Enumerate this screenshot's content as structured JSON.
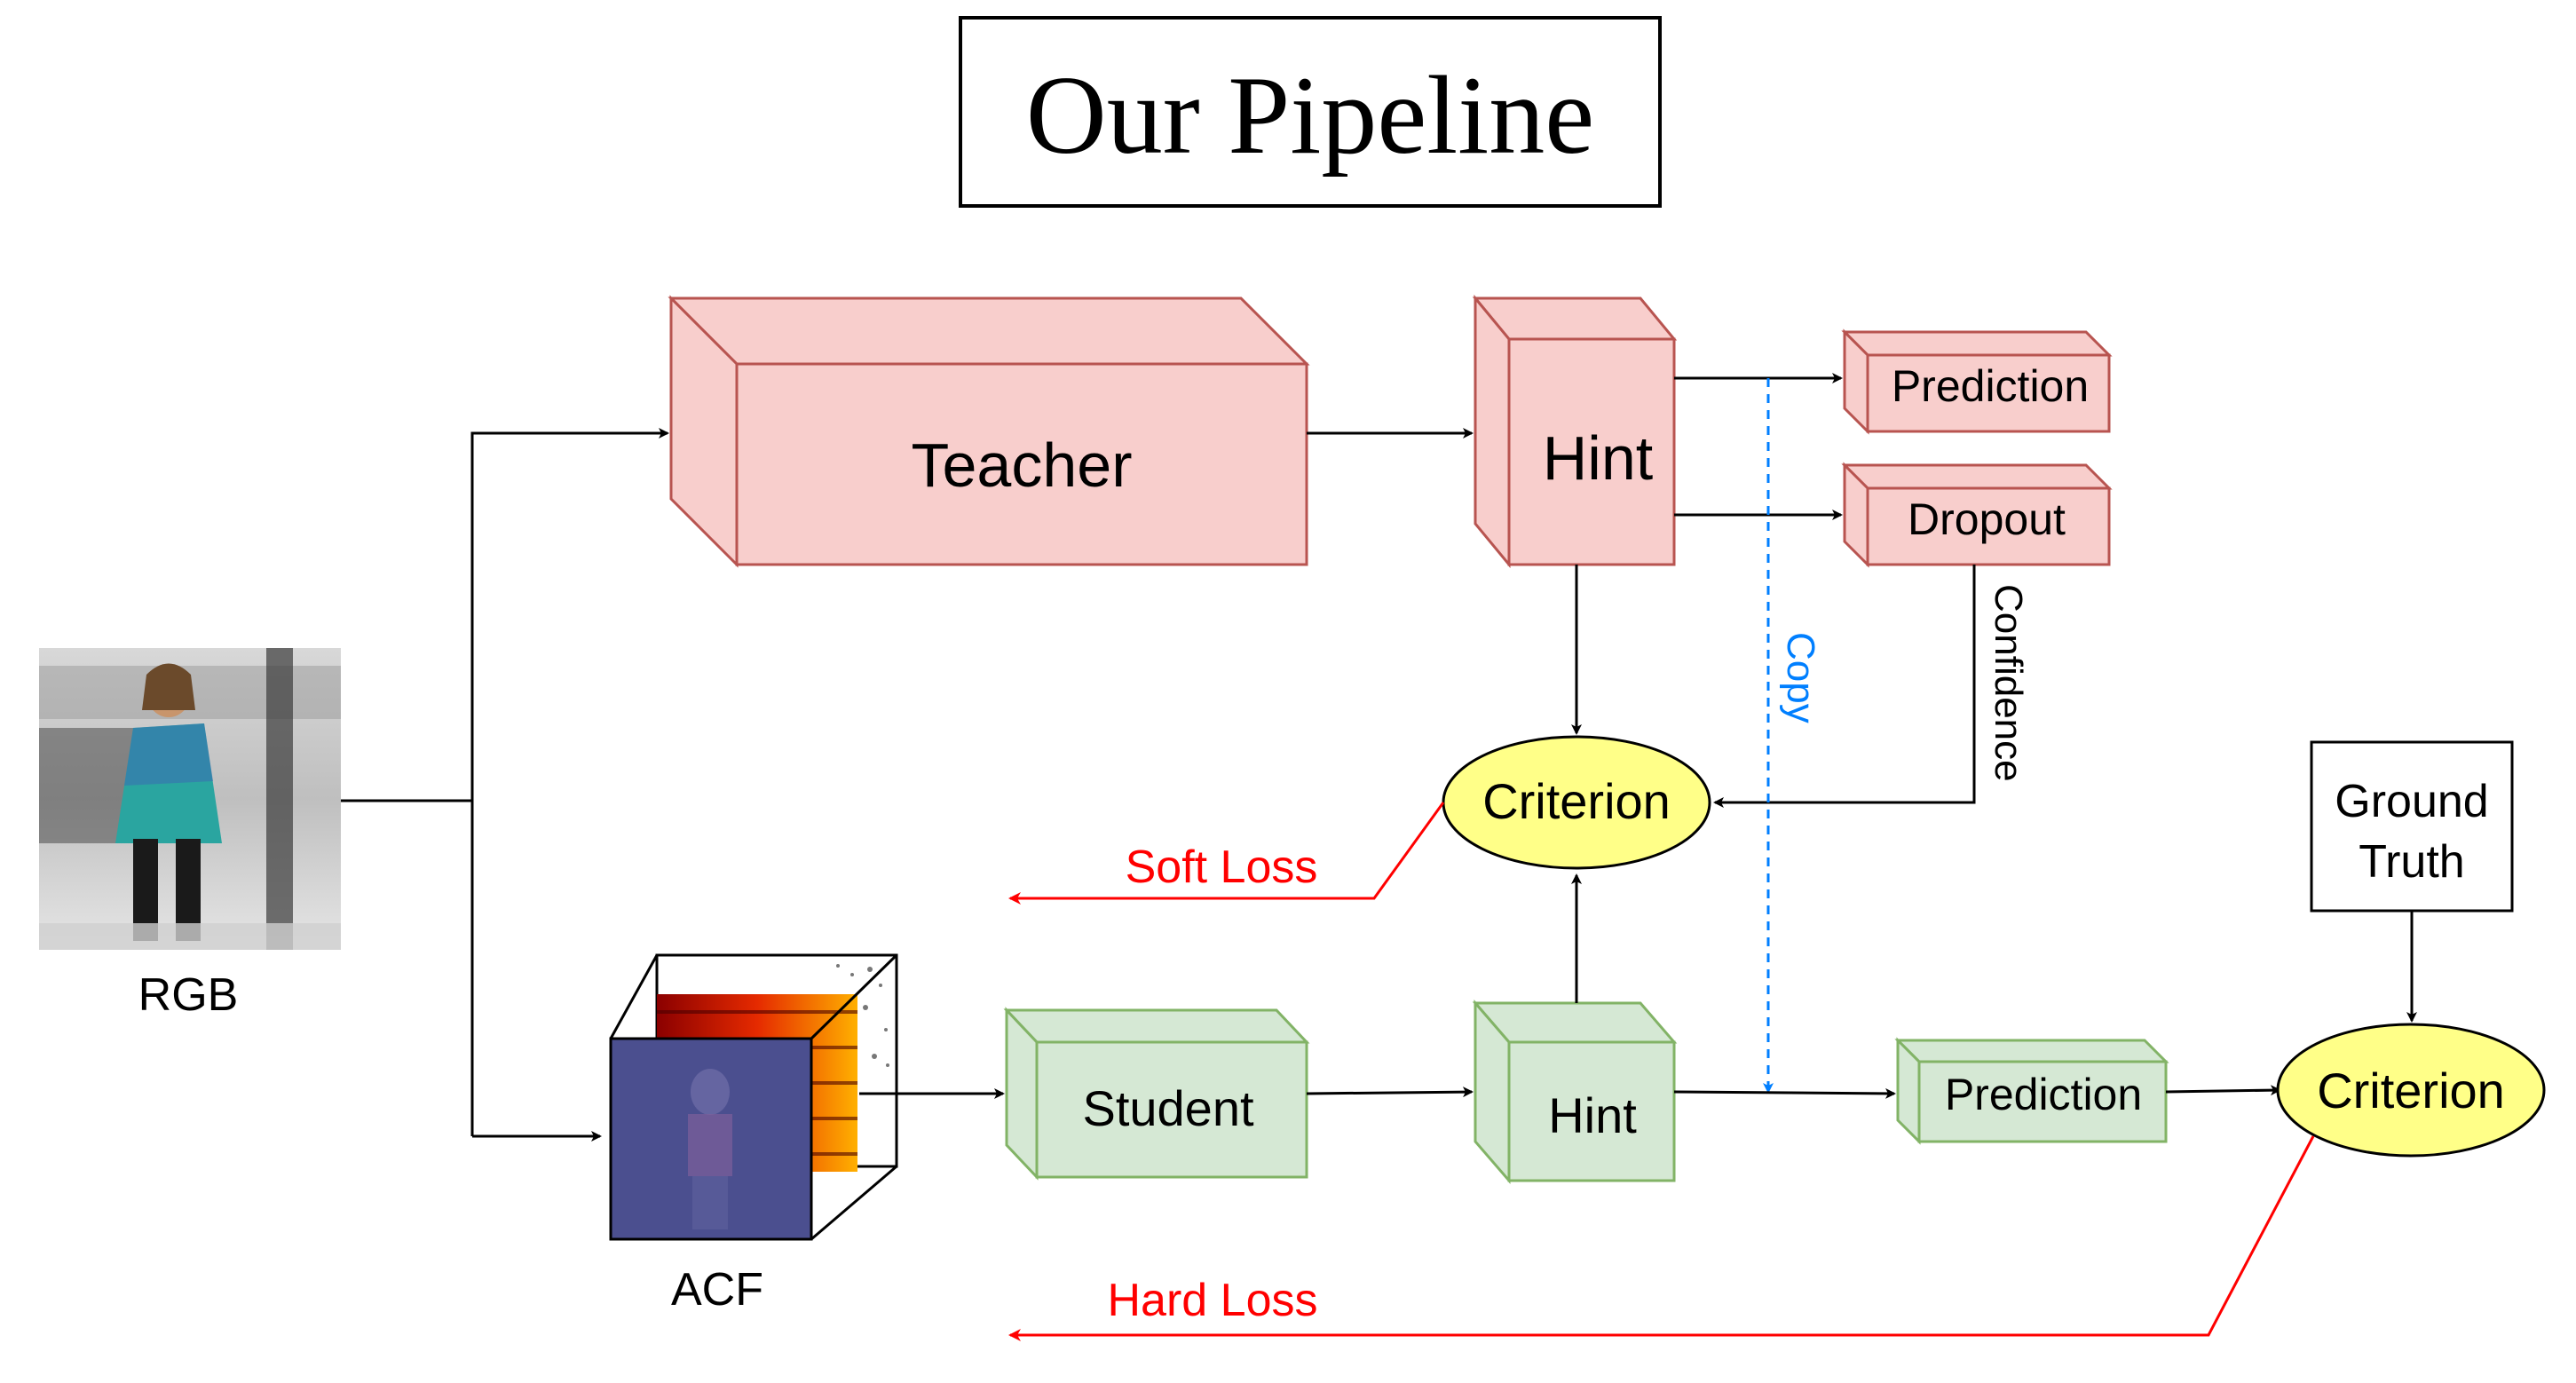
{
  "title": "Our Pipeline",
  "inputs": {
    "rgb_label": "RGB",
    "acf_label": "ACF"
  },
  "teacher_branch": {
    "teacher": "Teacher",
    "hint": "Hint",
    "prediction": "Prediction",
    "dropout": "Dropout",
    "confidence": "Confidence",
    "copy": "Copy"
  },
  "student_branch": {
    "student": "Student",
    "hint": "Hint",
    "prediction": "Prediction"
  },
  "criterion_soft": "Criterion",
  "criterion_hard": "Criterion",
  "ground_truth_line1": "Ground",
  "ground_truth_line2": "Truth",
  "losses": {
    "soft": "Soft Loss",
    "hard": "Hard Loss"
  },
  "colors": {
    "teacher_fill": "#f8cecc",
    "teacher_stroke": "#b85450",
    "student_fill": "#d5e8d4",
    "student_stroke": "#82b366",
    "criterion_fill": "#ffff88",
    "loss_red": "#ff0000",
    "copy_blue": "#007fff"
  }
}
